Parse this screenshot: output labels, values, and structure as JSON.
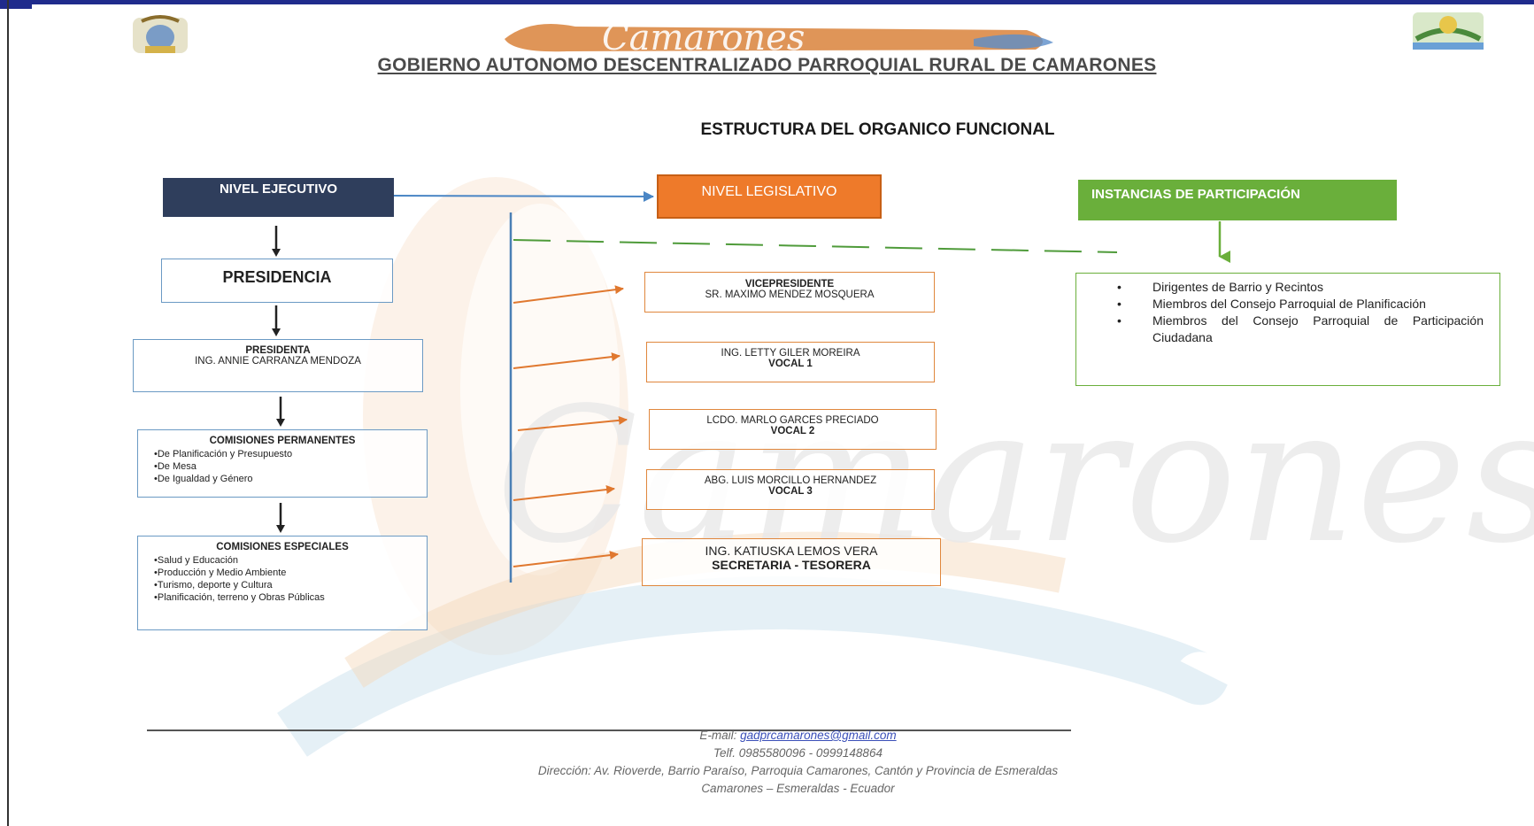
{
  "header": {
    "logo_text": "Camarones",
    "gov_title": "GOBIERNO AUTONOMO DESCENTRALIZADO PARROQUIAL RURAL DE CAMARONES",
    "main_title": "ESTRUCTURA DEL ORGANICO FUNCIONAL"
  },
  "levels": {
    "executive": "NIVEL EJECUTIVO",
    "legislative": "NIVEL LEGISLATIVO",
    "participation": "INSTANCIAS DE PARTICIPACIÓN"
  },
  "executive": {
    "presidencia": "PRESIDENCIA",
    "presidenta_role": "PRESIDENTA",
    "presidenta_name": "ING. ANNIE CARRANZA MENDOZA",
    "permanentes_title": "COMISIONES PERMANENTES",
    "permanentes": [
      "De Planificación y Presupuesto",
      "De Mesa",
      "De Igualdad y Género"
    ],
    "especiales_title": "COMISIONES ESPECIALES",
    "especiales": [
      "Salud y Educación",
      "Producción y Medio Ambiente",
      "Turismo, deporte y Cultura",
      "Planificación, terreno y Obras Públicas"
    ]
  },
  "legislative": {
    "vice_role": "VICEPRESIDENTE",
    "vice_name": "SR. MAXIMO MENDEZ MOSQUERA",
    "vocal1_name": "ING. LETTY GILER MOREIRA",
    "vocal1_role": "VOCAL 1",
    "vocal2_name": "LCDO. MARLO GARCES PRECIADO",
    "vocal2_role": "VOCAL 2",
    "vocal3_name": "ABG. LUIS MORCILLO HERNANDEZ",
    "vocal3_role": "VOCAL 3",
    "secre_name": "ING. KATIUSKA LEMOS VERA",
    "secre_role": "SECRETARIA - TESORERA"
  },
  "participation": {
    "items": [
      "Dirigentes de Barrio y Recintos",
      "Miembros del Consejo Parroquial de Planificación",
      "Miembros del Consejo Parroquial de Participación Ciudadana"
    ]
  },
  "footer": {
    "email_label": "E-mail:",
    "email": "gadprcamarones@gmail.com",
    "tel": "Telf. 0985580096 - 0999148864",
    "address": "Dirección: Av. Rioverde, Barrio Paraíso, Parroquia Camarones, Cantón y Provincia de Esmeraldas",
    "location": "Camarones – Esmeraldas - Ecuador"
  },
  "colors": {
    "executive_header": "#2f3e5c",
    "legislative_header": "#ee7a2a",
    "participation_header": "#6aaf3b",
    "top_rule": "#1f2b8c"
  }
}
